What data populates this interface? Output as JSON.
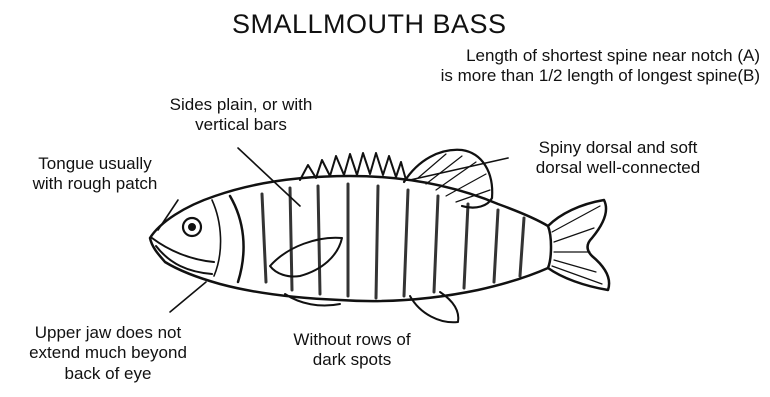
{
  "title": "SMALLMOUTH BASS",
  "labels": {
    "spine_note_line1": "Length of shortest spine near notch (A)",
    "spine_note_line2": "is more than 1/2 length of longest spine(B)",
    "sides_line1": "Sides plain, or with",
    "sides_line2": "vertical bars",
    "tongue_line1": "Tongue usually",
    "tongue_line2": "with rough patch",
    "dorsal_line1": "Spiny dorsal and soft",
    "dorsal_line2": "dorsal well-connected",
    "jaw_line1": "Upper jaw does not",
    "jaw_line2": "extend much beyond",
    "jaw_line3": "back of eye",
    "spots_line1": "Without rows of",
    "spots_line2": "dark spots"
  },
  "colors": {
    "ink": "#111111",
    "background": "#ffffff"
  },
  "illustration": "smallmouth-bass-fish"
}
